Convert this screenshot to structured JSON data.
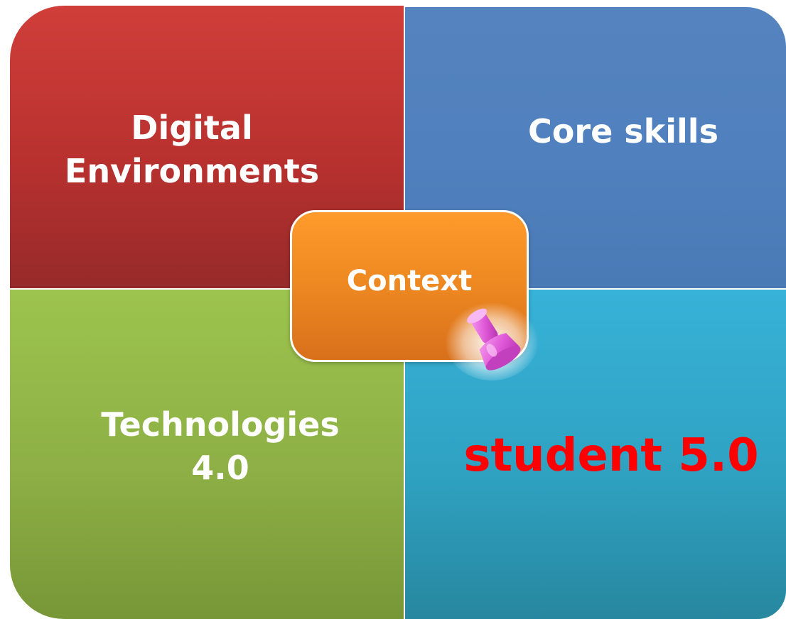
{
  "quadrants": {
    "top_left": {
      "label_line1": "Digital",
      "label_line2": "Environments",
      "color": "#c0392f"
    },
    "top_right": {
      "label": "Core skills",
      "color": "#4f81bd"
    },
    "bottom_left": {
      "label_line1": "Technologies",
      "label_line2": "4.0",
      "color": "#8db046"
    },
    "bottom_right": {
      "label": "student 5.0",
      "color": "#31a5c8",
      "label_color": "#ff0000"
    }
  },
  "center": {
    "label": "Context",
    "color": "#f28c22"
  },
  "pin": {
    "icon": "pushpin-icon",
    "color": "#e05ad8"
  }
}
